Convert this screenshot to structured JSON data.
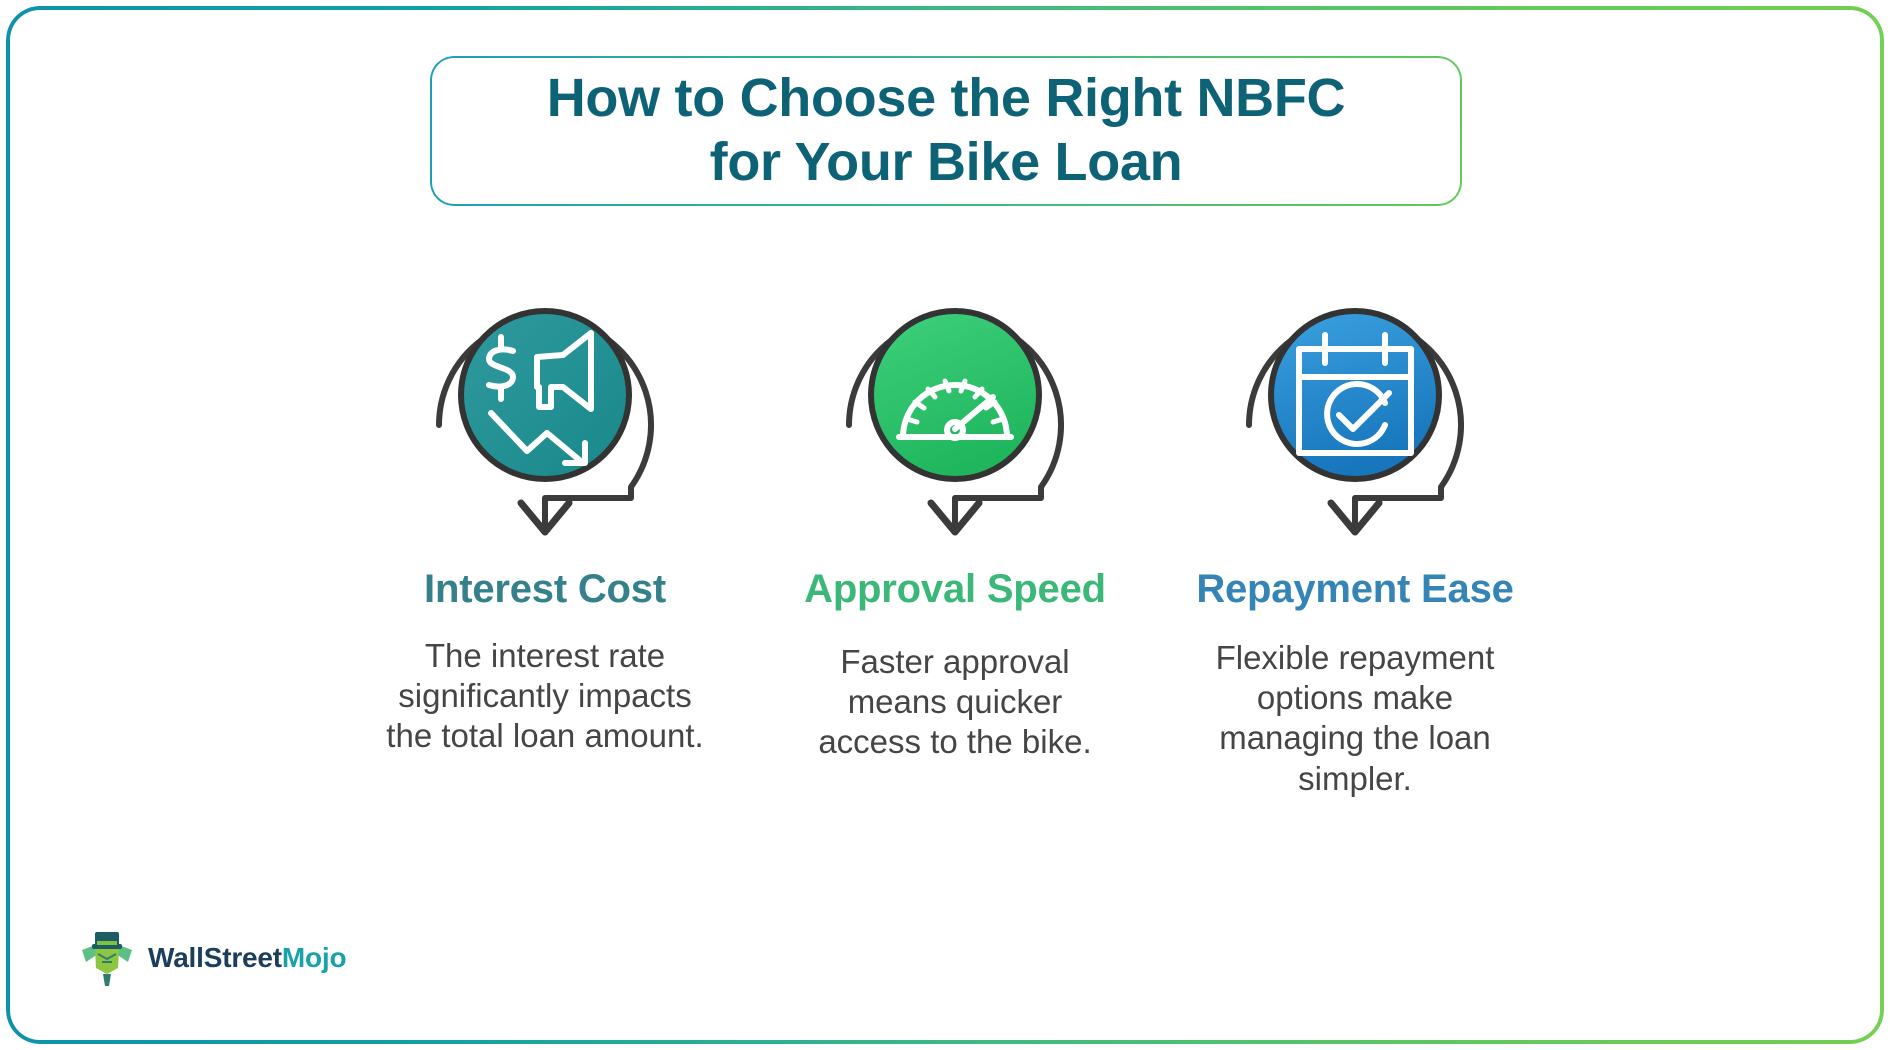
{
  "title": {
    "line1": "How to Choose the Right NBFC",
    "line2": "for Your Bike Loan",
    "color": "#0d6375"
  },
  "frame": {
    "gradient_start": "#0e92ab",
    "gradient_end": "#74cf52"
  },
  "columns": [
    {
      "icon": "dollar-chart-down-icon",
      "heading": "Interest Cost",
      "heading_color": "#34818b",
      "description": "The interest rate significantly impacts the total loan amount.",
      "circle_color_start": "#2f9a9f",
      "circle_color_end": "#1b8a8a"
    },
    {
      "icon": "speedometer-icon",
      "heading": "Approval Speed",
      "heading_color": "#3bb878",
      "description": "Faster approval means quicker access to the bike.",
      "circle_color_start": "#3ece79",
      "circle_color_end": "#21b85f"
    },
    {
      "icon": "calendar-check-icon",
      "heading": "Repayment Ease",
      "heading_color": "#3584b6",
      "description": "Flexible repayment options make managing the loan simpler.",
      "circle_color_start": "#3b9ede",
      "circle_color_end": "#1878bd"
    }
  ],
  "logo": {
    "brand_first": "WallStreet",
    "brand_second": "Mojo",
    "first_color": "#1d3d5c",
    "second_color": "#18a3a8"
  }
}
